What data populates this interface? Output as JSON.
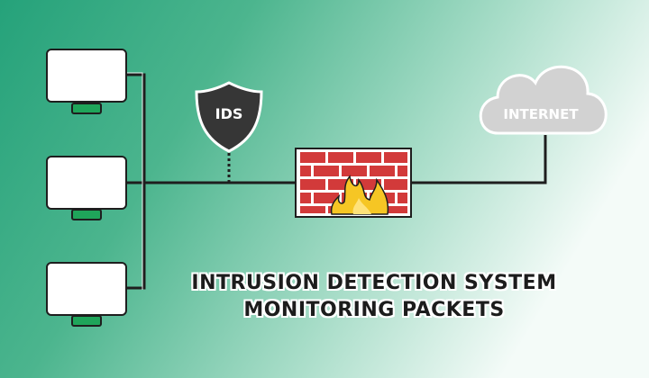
{
  "diagram": {
    "ids_label": "IDS",
    "internet_label": "INTERNET",
    "caption_line1": "INTRUSION DETECTION SYSTEM",
    "caption_line2": "MONITORING PACKETS"
  },
  "colors": {
    "background_left": "#2aa57c",
    "background_right": "#eef8f3",
    "monitor_stand": "#1fa55a",
    "shield": "#333333",
    "brick": "#d23a3a",
    "flame": "#f6c624",
    "cloud": "#d0d0d0"
  },
  "icons": [
    "monitor-icon",
    "shield-icon",
    "firewall-icon",
    "flame-icon",
    "cloud-icon"
  ]
}
